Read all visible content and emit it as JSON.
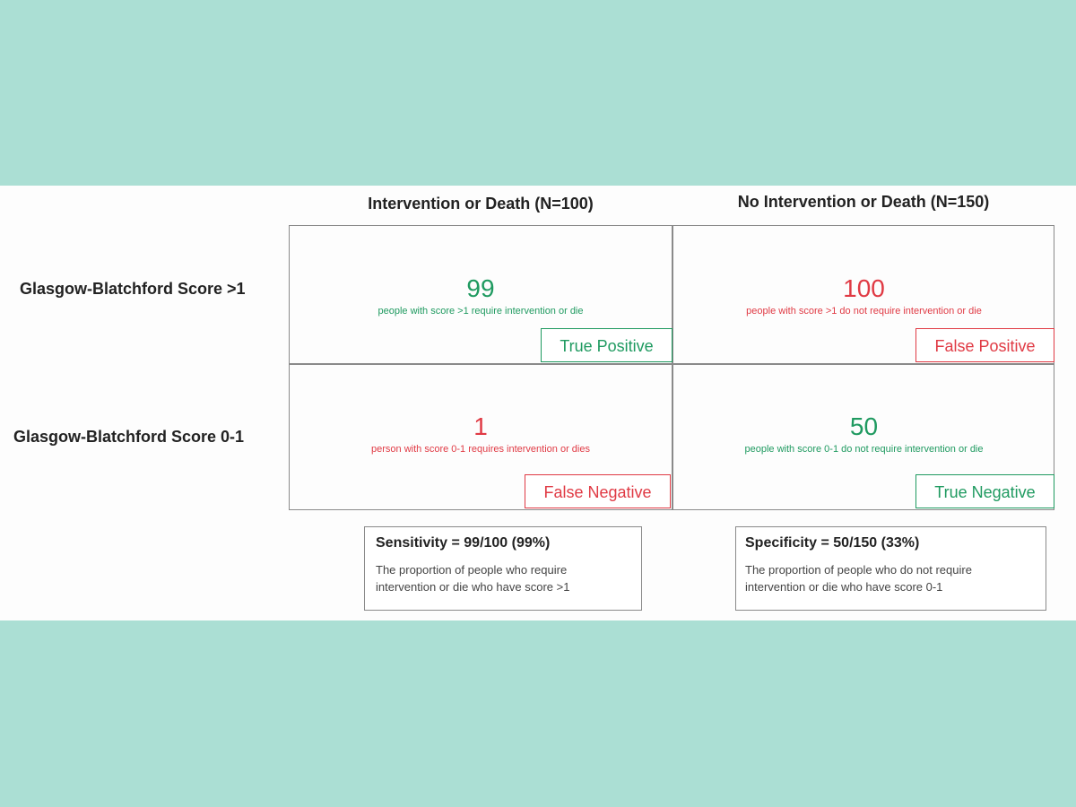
{
  "columns": [
    "Intervention or Death (N=100)",
    "No Intervention or Death (N=150)"
  ],
  "rows": [
    "Glasgow-Blatchford Score >1",
    "Glasgow-Blatchford Score 0-1"
  ],
  "cells": {
    "true_positive": {
      "value": "99",
      "description": "people with score >1 require intervention or die",
      "label": "True Positive"
    },
    "false_positive": {
      "value": "100",
      "description": "people with score >1 do not require intervention or die",
      "label": "False Positive"
    },
    "false_negative": {
      "value": "1",
      "description": "person with score 0-1 requires intervention or dies",
      "label": "False Negative"
    },
    "true_negative": {
      "value": "50",
      "description": "people with score 0-1 do not require intervention or die",
      "label": "True Negative"
    }
  },
  "metrics": {
    "sensitivity": {
      "title": "Sensitivity = 99/100 (99%)",
      "line1": "The proportion of people who require",
      "line2": "intervention or die who have score >1"
    },
    "specificity": {
      "title": "Specificity = 50/150 (33%)",
      "line1": "The proportion of people who do not require",
      "line2": "intervention or die who have score 0-1"
    }
  },
  "colors": {
    "background": "#abdfd4",
    "panel": "#fdfdfd",
    "positive_green": "#1f9a60",
    "negative_red": "#e03a44",
    "border_gray": "#8a8a8a"
  }
}
